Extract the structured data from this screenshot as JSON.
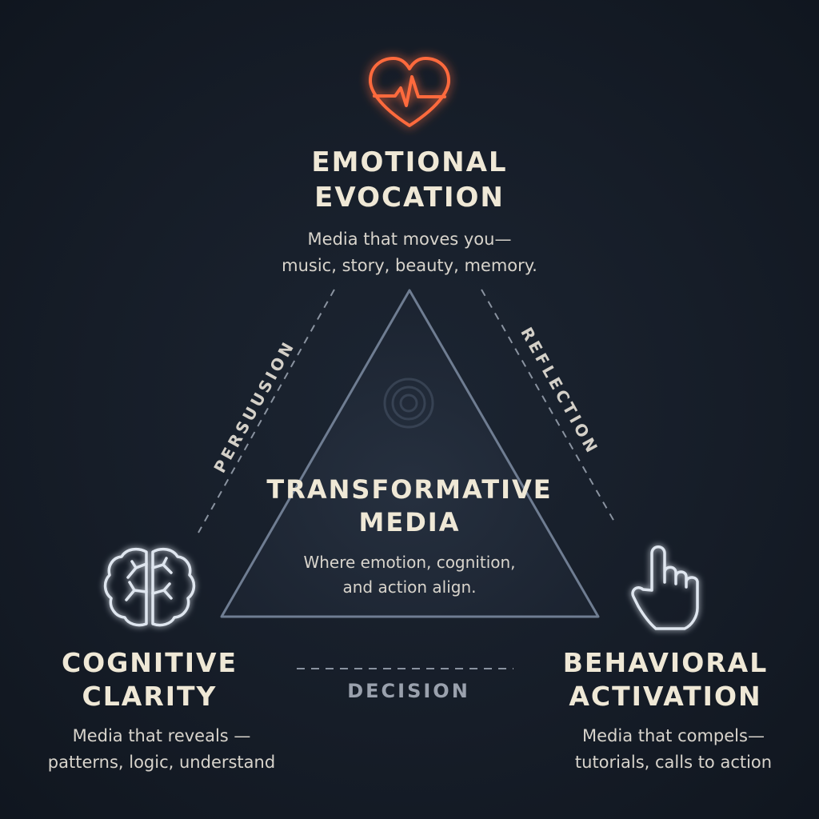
{
  "nodes": {
    "top": {
      "title_line1": "EMOTIONAL",
      "title_line2": "EVOCATION",
      "desc_line1": "Media that moves you—",
      "desc_line2": "music, story, beauty, memory.",
      "icon": "heart-pulse-icon",
      "icon_color": "#ff6a3d"
    },
    "left": {
      "title_line1": "COGNITIVE",
      "title_line2": "CLARITY",
      "desc_line1": "Media that reveals —",
      "desc_line2": "patterns, logic, understand",
      "icon": "brain-icon",
      "icon_color": "#dfe6ef"
    },
    "right": {
      "title_line1": "BEHAVIORAL",
      "title_line2": "ACTIVATION",
      "desc_line1": "Media that compels—",
      "desc_line2": "tutorials, calls to action",
      "icon": "pointing-hand-icon",
      "icon_color": "#dfe6ef"
    }
  },
  "center": {
    "title_line1": "TRANSFORMATIVE",
    "title_line2": "MEDIA",
    "desc_line1": "Where emotion, cognition,",
    "desc_line2": "and action align.",
    "icon": "concentric-rings-icon"
  },
  "edges": {
    "left": "PERSUUSION",
    "right": "REFLECTION",
    "bottom": "DECISION"
  },
  "colors": {
    "background": "#161d28",
    "triangle_stroke": "#6f7d92",
    "heading": "#efe8d6",
    "accent_heart": "#ff6a3d"
  }
}
